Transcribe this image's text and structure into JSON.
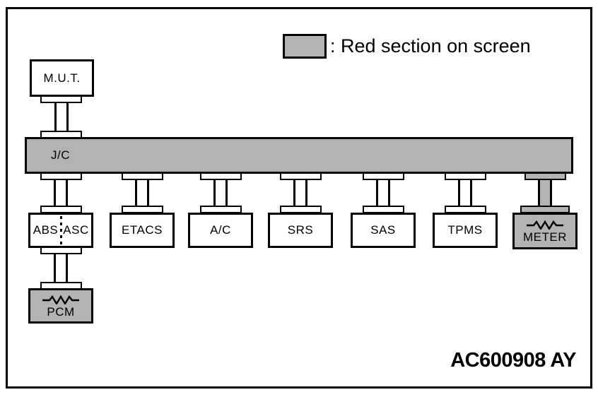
{
  "legend": {
    "text": ": Red section on screen",
    "swatch_meaning": "red-highlighted-section",
    "swatch_color": "#b3b3b3"
  },
  "diagram": {
    "scan_tool": {
      "label": "M.U.T."
    },
    "junction_connector": {
      "label": "J/C"
    },
    "modules": [
      {
        "label": "ABS",
        "label_right": "ASC",
        "highlighted": false
      },
      {
        "label": "ETACS",
        "highlighted": false
      },
      {
        "label": "A/C",
        "highlighted": false
      },
      {
        "label": "SRS",
        "highlighted": false
      },
      {
        "label": "SAS",
        "highlighted": false
      },
      {
        "label": "TPMS",
        "highlighted": false
      },
      {
        "label": "METER",
        "highlighted": true,
        "terminating_resistor": true
      },
      {
        "label": "PCM",
        "highlighted": true,
        "terminating_resistor": true
      }
    ],
    "figure_code": "AC600908 AY"
  },
  "colors": {
    "highlight_gray": "#b3b3b3",
    "line_black": "#000000",
    "background": "#ffffff"
  }
}
